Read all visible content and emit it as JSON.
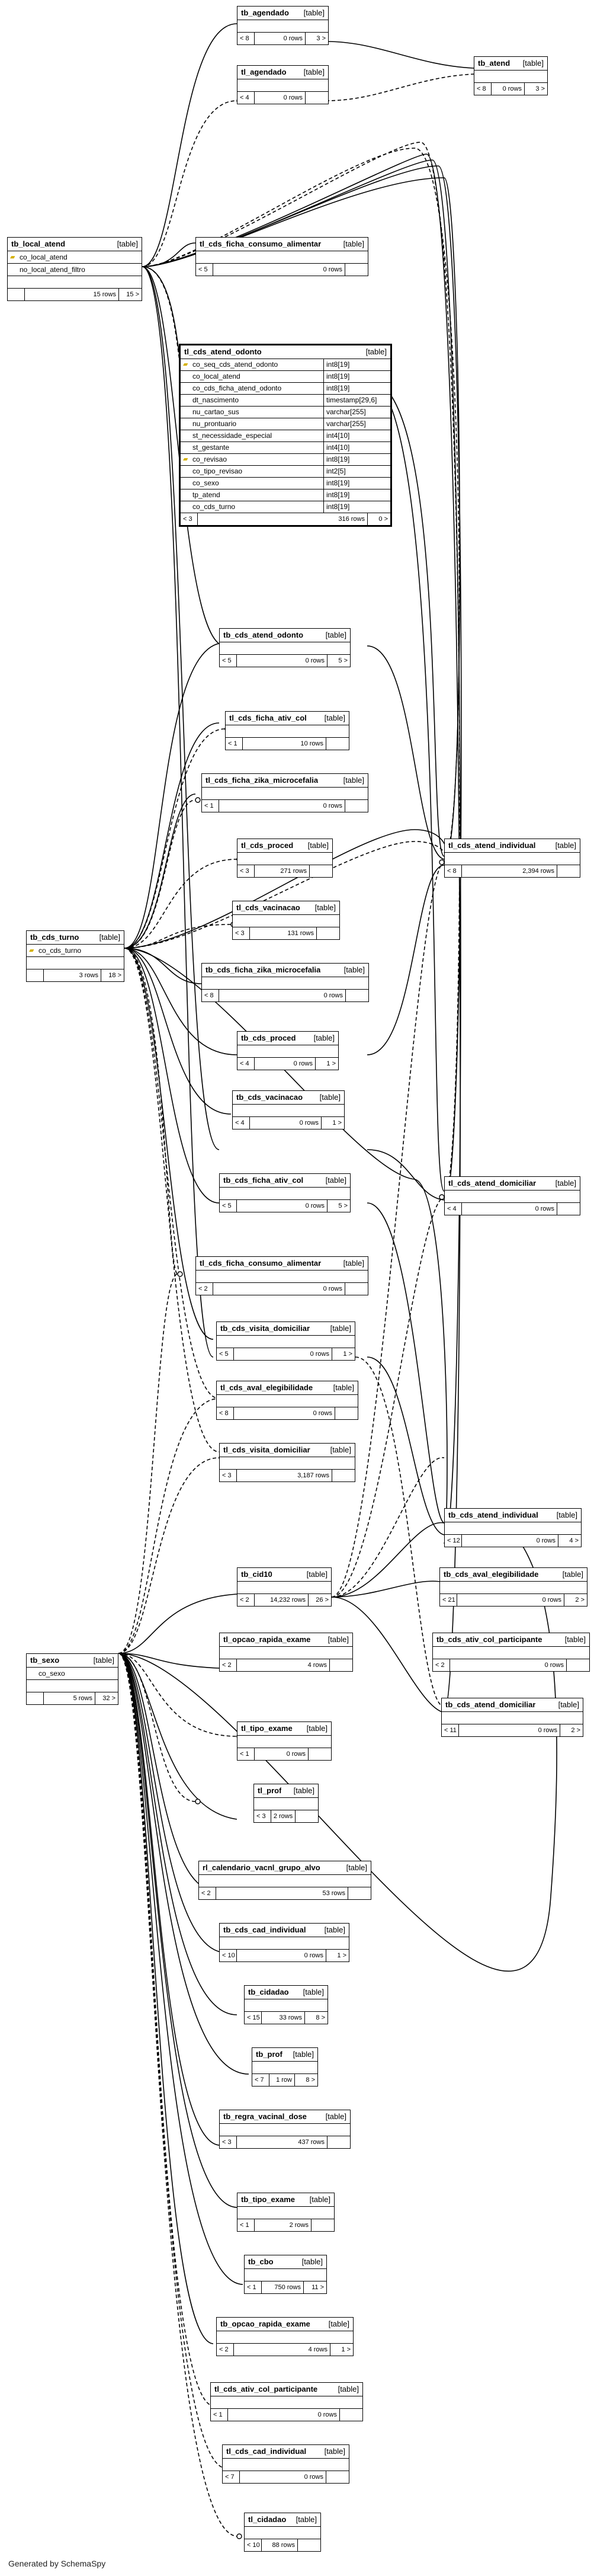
{
  "footer": "Generated by SchemaSpy",
  "type_label": "[table]",
  "tables": {
    "tb_agendado": {
      "name": "tb_agendado",
      "left": "< 8",
      "rows": "0 rows",
      "right": "3 >"
    },
    "tl_agendado": {
      "name": "tl_agendado",
      "left": "< 4",
      "rows": "0 rows",
      "right": ""
    },
    "tb_atend": {
      "name": "tb_atend",
      "left": "< 8",
      "rows": "0 rows",
      "right": "3 >"
    },
    "tb_local_atend": {
      "name": "tb_local_atend",
      "cols": [
        "co_local_atend",
        "no_local_atend_filtro"
      ],
      "left": "",
      "rows": "15 rows",
      "right": "15 >"
    },
    "tl_cds_ficha_consumo_alimentar_top": {
      "name": "tl_cds_ficha_consumo_alimentar",
      "left": "< 5",
      "rows": "0 rows",
      "right": ""
    },
    "tl_cds_atend_odonto": {
      "name": "tl_cds_atend_odonto",
      "cols": [
        {
          "n": "co_seq_cds_atend_odonto",
          "t": "int8[19]"
        },
        {
          "n": "co_local_atend",
          "t": "int8[19]"
        },
        {
          "n": "co_cds_ficha_atend_odonto",
          "t": "int8[19]"
        },
        {
          "n": "dt_nascimento",
          "t": "timestamp[29,6]"
        },
        {
          "n": "nu_cartao_sus",
          "t": "varchar[255]"
        },
        {
          "n": "nu_prontuario",
          "t": "varchar[255]"
        },
        {
          "n": "st_necessidade_especial",
          "t": "int4[10]"
        },
        {
          "n": "st_gestante",
          "t": "int4[10]"
        },
        {
          "n": "co_revisao",
          "t": "int8[19]"
        },
        {
          "n": "co_tipo_revisao",
          "t": "int2[5]"
        },
        {
          "n": "co_sexo",
          "t": "int8[19]"
        },
        {
          "n": "tp_atend",
          "t": "int8[19]"
        },
        {
          "n": "co_cds_turno",
          "t": "int8[19]"
        }
      ],
      "left": "< 3",
      "rows": "316 rows",
      "right": "0 >"
    },
    "tb_cds_atend_odonto": {
      "name": "tb_cds_atend_odonto",
      "left": "< 5",
      "rows": "0 rows",
      "right": "5 >"
    },
    "tl_cds_ficha_ativ_col": {
      "name": "tl_cds_ficha_ativ_col",
      "left": "< 1",
      "rows": "10 rows",
      "right": ""
    },
    "tl_cds_ficha_zika_microcefalia": {
      "name": "tl_cds_ficha_zika_microcefalia",
      "left": "< 1",
      "rows": "0 rows",
      "right": ""
    },
    "tl_cds_proced": {
      "name": "tl_cds_proced",
      "left": "< 3",
      "rows": "271 rows",
      "right": ""
    },
    "tl_cds_atend_individual_r": {
      "name": "tl_cds_atend_individual",
      "left": "< 8",
      "rows": "2,394 rows",
      "right": ""
    },
    "tl_cds_vacinacao": {
      "name": "tl_cds_vacinacao",
      "left": "< 3",
      "rows": "131 rows",
      "right": ""
    },
    "tb_cds_turno": {
      "name": "tb_cds_turno",
      "cols": [
        "co_cds_turno"
      ],
      "left": "",
      "rows": "3 rows",
      "right": "18 >"
    },
    "tb_cds_ficha_zika_microcefalia": {
      "name": "tb_cds_ficha_zika_microcefalia",
      "left": "< 8",
      "rows": "0 rows",
      "right": ""
    },
    "tb_cds_proced": {
      "name": "tb_cds_proced",
      "left": "< 4",
      "rows": "0 rows",
      "right": "1 >"
    },
    "tb_cds_vacinacao": {
      "name": "tb_cds_vacinacao",
      "left": "< 4",
      "rows": "0 rows",
      "right": "1 >"
    },
    "tb_cds_ficha_ativ_col": {
      "name": "tb_cds_ficha_ativ_col",
      "left": "< 5",
      "rows": "0 rows",
      "right": "5 >"
    },
    "tl_cds_atend_domiciliar_r": {
      "name": "tl_cds_atend_domiciliar",
      "left": "< 4",
      "rows": "0 rows",
      "right": ""
    },
    "tl_cds_ficha_consumo_alimentar_mid": {
      "name": "tl_cds_ficha_consumo_alimentar",
      "left": "< 2",
      "rows": "0 rows",
      "right": ""
    },
    "tb_cds_visita_domiciliar": {
      "name": "tb_cds_visita_domiciliar",
      "left": "< 5",
      "rows": "0 rows",
      "right": "1 >"
    },
    "tl_cds_aval_elegibilidade": {
      "name": "tl_cds_aval_elegibilidade",
      "left": "< 8",
      "rows": "0 rows",
      "right": ""
    },
    "tl_cds_visita_domiciliar": {
      "name": "tl_cds_visita_domiciliar",
      "left": "< 3",
      "rows": "3,187 rows",
      "right": ""
    },
    "tb_cds_atend_individual_r": {
      "name": "tb_cds_atend_individual",
      "left": "< 12",
      "rows": "0 rows",
      "right": "4 >"
    },
    "tb_cid10": {
      "name": "tb_cid10",
      "left": "< 2",
      "rows": "14,232 rows",
      "right": "26 >"
    },
    "tb_cds_aval_elegibilidade": {
      "name": "tb_cds_aval_elegibilidade",
      "left": "< 21",
      "rows": "0 rows",
      "right": "2 >"
    },
    "tl_opcao_rapida_exame": {
      "name": "tl_opcao_rapida_exame",
      "left": "< 2",
      "rows": "4 rows",
      "right": ""
    },
    "tb_sexo": {
      "name": "tb_sexo",
      "cols": [
        "co_sexo"
      ],
      "left": "",
      "rows": "5 rows",
      "right": "32 >"
    },
    "tb_cds_ativ_col_participante": {
      "name": "tb_cds_ativ_col_participante",
      "left": "< 2",
      "rows": "0 rows",
      "right": ""
    },
    "tb_cds_atend_domiciliar_r": {
      "name": "tb_cds_atend_domiciliar",
      "left": "< 11",
      "rows": "0 rows",
      "right": "2 >"
    },
    "tl_tipo_exame": {
      "name": "tl_tipo_exame",
      "left": "< 1",
      "rows": "0 rows",
      "right": ""
    },
    "tl_prof": {
      "name": "tl_prof",
      "left": "< 3",
      "rows": "2 rows",
      "right": ""
    },
    "rl_calendario_vacnl_grupo_alvo": {
      "name": "rl_calendario_vacnl_grupo_alvo",
      "left": "< 2",
      "rows": "53 rows",
      "right": ""
    },
    "tb_cds_cad_individual": {
      "name": "tb_cds_cad_individual",
      "left": "< 10",
      "rows": "0 rows",
      "right": "1 >"
    },
    "tb_cidadao": {
      "name": "tb_cidadao",
      "left": "< 15",
      "rows": "33 rows",
      "right": "8 >"
    },
    "tb_prof": {
      "name": "tb_prof",
      "left": "< 7",
      "rows": "1 row",
      "right": "8 >"
    },
    "tb_regra_vacinal_dose": {
      "name": "tb_regra_vacinal_dose",
      "left": "< 3",
      "rows": "437 rows",
      "right": ""
    },
    "tb_tipo_exame": {
      "name": "tb_tipo_exame",
      "left": "< 1",
      "rows": "2 rows",
      "right": ""
    },
    "tb_cbo": {
      "name": "tb_cbo",
      "left": "< 1",
      "rows": "750 rows",
      "right": "11 >"
    },
    "tb_opcao_rapida_exame": {
      "name": "tb_opcao_rapida_exame",
      "left": "< 2",
      "rows": "4 rows",
      "right": "1 >"
    },
    "tl_cds_ativ_col_participante": {
      "name": "tl_cds_ativ_col_participante",
      "left": "< 1",
      "rows": "0 rows",
      "right": ""
    },
    "tl_cds_cad_individual": {
      "name": "tl_cds_cad_individual",
      "left": "< 7",
      "rows": "0 rows",
      "right": ""
    },
    "tl_cidadao": {
      "name": "tl_cidadao",
      "left": "< 10",
      "rows": "88 rows",
      "right": ""
    }
  }
}
